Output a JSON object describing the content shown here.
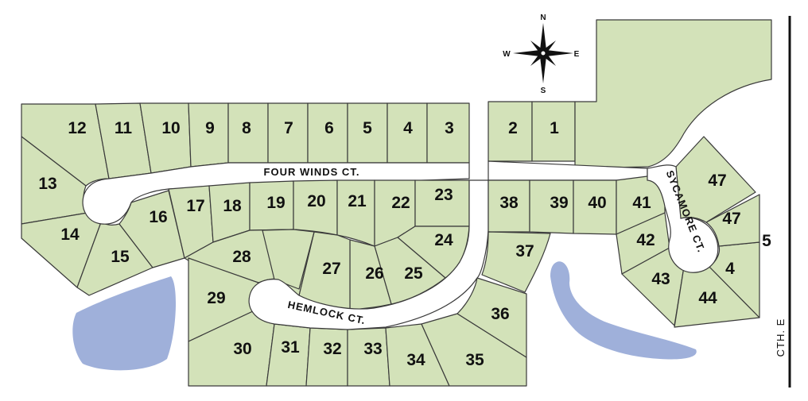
{
  "lots": {
    "l1": "1",
    "l2": "2",
    "l3": "3",
    "l4": "4",
    "l5": "5",
    "l6": "6",
    "l7": "7",
    "l8": "8",
    "l9": "9",
    "l10": "10",
    "l11": "11",
    "l12": "12",
    "l13": "13",
    "l14": "14",
    "l15": "15",
    "l16": "16",
    "l17": "17",
    "l18": "18",
    "l19": "19",
    "l20": "20",
    "l21": "21",
    "l22": "22",
    "l23": "23",
    "l24": "24",
    "l25": "25",
    "l26": "26",
    "l27": "27",
    "l28": "28",
    "l29": "29",
    "l30": "30",
    "l31": "31",
    "l32": "32",
    "l33": "33",
    "l34": "34",
    "l35": "35",
    "l36": "36",
    "l37": "37",
    "l38": "38",
    "l39": "39",
    "l40": "40",
    "l41": "41",
    "l42": "42",
    "l43": "43",
    "l44": "44",
    "l47a": "47",
    "l47b": "47",
    "l4b": "4",
    "l5b": "5"
  },
  "streets": {
    "four_winds": "FOUR WINDS CT.",
    "hemlock": "HEMLOCK CT.",
    "sycamore": "SYCAMORE CT.",
    "county_road": "CTH. E"
  },
  "compass": {
    "north": "N",
    "south": "S",
    "east": "E",
    "west": "W"
  },
  "colors": {
    "lot_fill": "#d3e2b9",
    "water": "#9fb0da",
    "outline": "#3a3a3a"
  }
}
